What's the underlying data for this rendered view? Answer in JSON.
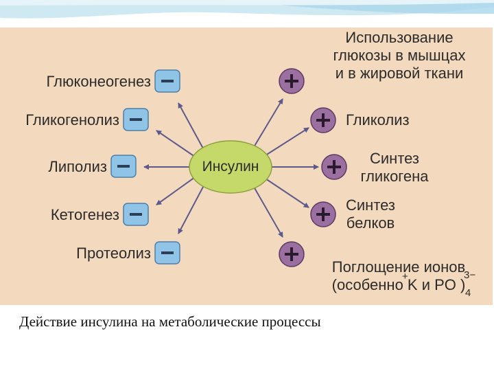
{
  "center": "Инсулин",
  "left_items": [
    {
      "label": "Глюконеогенез",
      "sign": "−"
    },
    {
      "label": "Гликогенолиз",
      "sign": "−"
    },
    {
      "label": "Липолиз",
      "sign": "−"
    },
    {
      "label": "Кетогенез",
      "sign": "−"
    },
    {
      "label": "Протеолиз",
      "sign": "−"
    }
  ],
  "right_items": [
    {
      "lines": [
        "Использование",
        "глюкозы в мышцах",
        "и в жировой ткани"
      ],
      "sign": "+"
    },
    {
      "lines": [
        "Гликолиз"
      ],
      "sign": "+"
    },
    {
      "lines": [
        "Синтез",
        "гликогена"
      ],
      "sign": "+"
    },
    {
      "lines": [
        "Синтез",
        "белков"
      ],
      "sign": "+"
    },
    {
      "lines": [
        "Поглощение ионов",
        "(особенно K  и PO )"
      ],
      "sign": "+"
    }
  ],
  "ion_marks": {
    "k_sup": "+",
    "po_sup": "3−",
    "po_sub": "4"
  },
  "caption": "Действие инсулина на метаболические процессы",
  "colors": {
    "background": "#f3d9bd",
    "center_fill": "#c5d96a",
    "minus_fill": "#8fc4e6",
    "plus_fill": "#9b6fa0",
    "arrow": "#5c5a8c"
  }
}
